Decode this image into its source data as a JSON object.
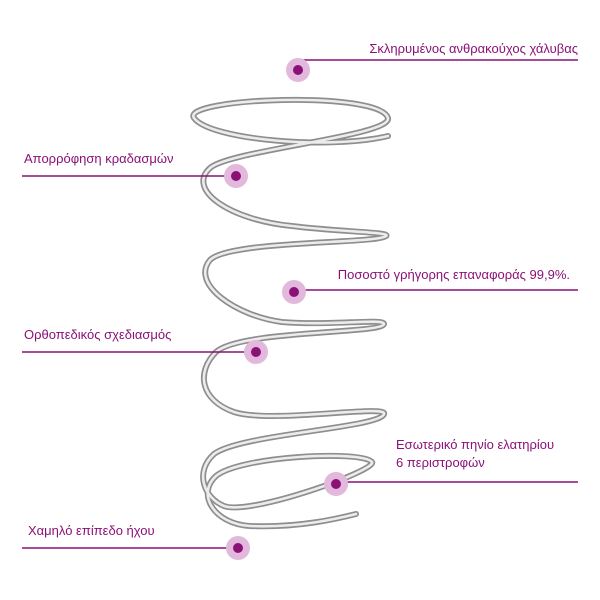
{
  "colors": {
    "accent": "#8b1177",
    "halo": "#e2b8dc",
    "spring_dark": "#8e8e8e",
    "spring_light": "#e8e8e8"
  },
  "callouts": {
    "steel": {
      "text": "Σκληρυμένος ανθρακούχος χάλυβας"
    },
    "shock": {
      "text": "Απορρόφηση κραδασμών"
    },
    "recovery": {
      "text": "Ποσοστό γρήγορης επαναφοράς 99,9%."
    },
    "orthopedic": {
      "text": "Ορθοπεδικός σχεδιασμός"
    },
    "inner_spring": {
      "line1": "Εσωτερικό πηνίο ελατηρίου",
      "line2": "6 περιστροφών"
    },
    "noise": {
      "text": "Χαμηλό επίπεδο ήχου"
    }
  }
}
